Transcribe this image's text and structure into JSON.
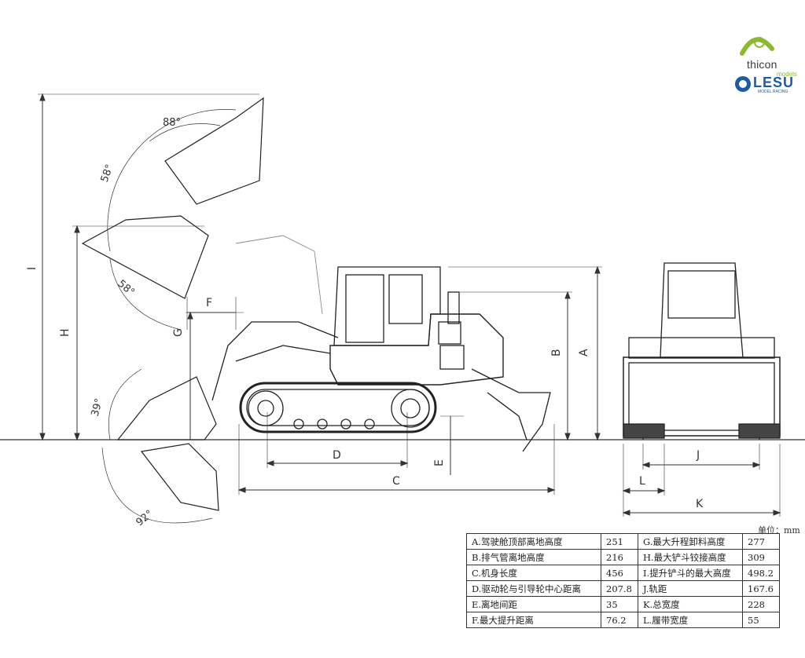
{
  "logos": {
    "thicon": "thicon",
    "thicon_sub": "models",
    "lesu": "LESU",
    "lesu_sub": "MODEL RACING",
    "colors": {
      "thicon_green": "#8db832",
      "lesu_blue": "#1e5aa6"
    }
  },
  "dimension_letters": {
    "A": "A",
    "B": "B",
    "C": "C",
    "D": "D",
    "E": "E",
    "F": "F",
    "G": "G",
    "H": "H",
    "I": "I",
    "J": "J",
    "K": "K",
    "L": "L"
  },
  "angles": {
    "a88": "88°",
    "a58_top": "58°",
    "a58_mid": "58°",
    "a39": "39°",
    "a92": "92°"
  },
  "unit_label": "单位：mm",
  "spec_table": [
    {
      "left_name": "A.驾驶舱顶部离地高度",
      "left_value": "251",
      "right_name": "G.最大升程卸料高度",
      "right_value": "277"
    },
    {
      "left_name": "B.排气管离地高度",
      "left_value": "216",
      "right_name": "H.最大铲斗铰接高度",
      "right_value": "309"
    },
    {
      "left_name": "C.机身长度",
      "left_value": "456",
      "right_name": "I.提升铲斗的最大高度",
      "right_value": "498.2"
    },
    {
      "left_name": "D.驱动轮与引导轮中心距离",
      "left_value": "207.8",
      "right_name": "J.轨距",
      "right_value": "167.6"
    },
    {
      "left_name": "E.离地间距",
      "left_value": "35",
      "right_name": "K.总宽度",
      "right_value": "228"
    },
    {
      "left_name": "F.最大提升距离",
      "left_value": "76.2",
      "right_name": "L.履带宽度",
      "right_value": "55"
    }
  ]
}
